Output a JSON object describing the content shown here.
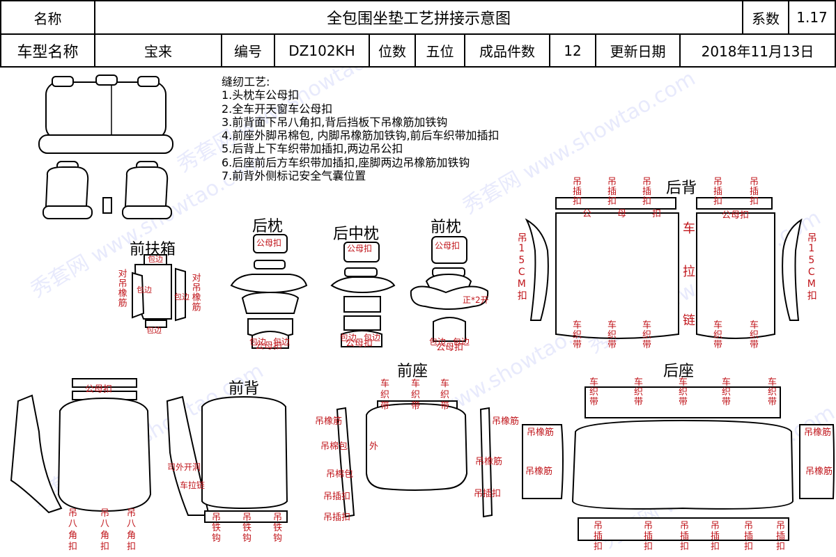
{
  "header": {
    "name_label": "名称",
    "title": "全包围坐垫工艺拼接示意图",
    "coef_label": "系数",
    "coef_value": "1.17",
    "model_label": "车型名称",
    "model_value": "宝来",
    "code_label": "编号",
    "code_value": "DZ102KH",
    "seats_label": "位数",
    "seats_value": "五位",
    "pieces_label": "成品件数",
    "pieces_value": "12",
    "date_label": "更新日期",
    "date_value": "2018年11月13日"
  },
  "notes": {
    "heading": "缝纫工艺:",
    "items": [
      "1.头枕车公母扣",
      "2.全车开天窗车公母扣",
      "3.前背面下吊八角扣,背后挡板下吊橡筋加铁钩",
      "4.前座外脚吊棉包, 内脚吊橡筋加铁钩,前后车织带加插扣",
      "5.后背上下车织带加插扣,两边吊公扣",
      "6.后座前后方车织带加插扣,座脚两边吊橡筋加铁钩",
      "7.前背外侧标记安全气囊位置"
    ]
  },
  "sections": {
    "front_armrest": "前扶箱",
    "rear_headrest": "后枕",
    "rear_mid_headrest": "后中枕",
    "front_headrest": "前枕",
    "rear_back": "后背",
    "front_back": "前背",
    "front_seat": "前座",
    "rear_seat": "后座"
  },
  "annotations": {
    "gongmukou": "公母扣",
    "baobian": "包边",
    "dui_diao_xiangjin": "对吊橡筋",
    "diao": "吊",
    "cha": "插",
    "kou": "扣",
    "che": "车",
    "zhi": "织",
    "dai": "带",
    "la": "拉",
    "lian": "链",
    "gong": "公",
    "mu": "母",
    "diao15cmkou": "吊15CM扣",
    "zheng2kai": "正*2开",
    "si_wai_kai_dong": "司外开洞",
    "chelalian": "车拉链",
    "ba": "八",
    "jiao": "角",
    "tie": "铁",
    "gou": "钩",
    "diao_xiangjin": "吊橡筋",
    "diao_mianbao": "吊棉包",
    "wai": "外",
    "diao_chakou": "吊插扣"
  },
  "watermark": "秀套网 www.showtao.com"
}
